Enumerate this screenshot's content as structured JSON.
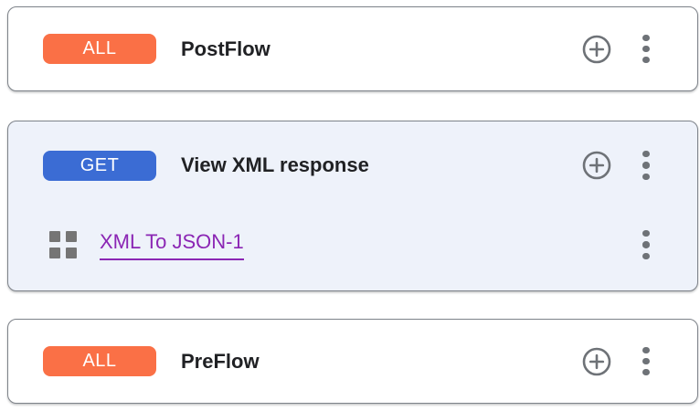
{
  "panel": {
    "flows": [
      {
        "method": "ALL",
        "method_color": "#FA7046",
        "title": "PostFlow"
      },
      {
        "method": "GET",
        "method_color": "#3B6CD4",
        "title": "View XML response",
        "selected": true,
        "background_color": "#EEF2FA",
        "policies": [
          {
            "name": "XML To JSON-1",
            "link_color": "#8B26B4"
          }
        ]
      },
      {
        "method": "ALL",
        "method_color": "#FA7046",
        "title": "PreFlow"
      }
    ],
    "icon_colors": {
      "plus_circle": "#6E7277",
      "kebab": "#6E7277",
      "drag_handle": "#757575"
    }
  }
}
